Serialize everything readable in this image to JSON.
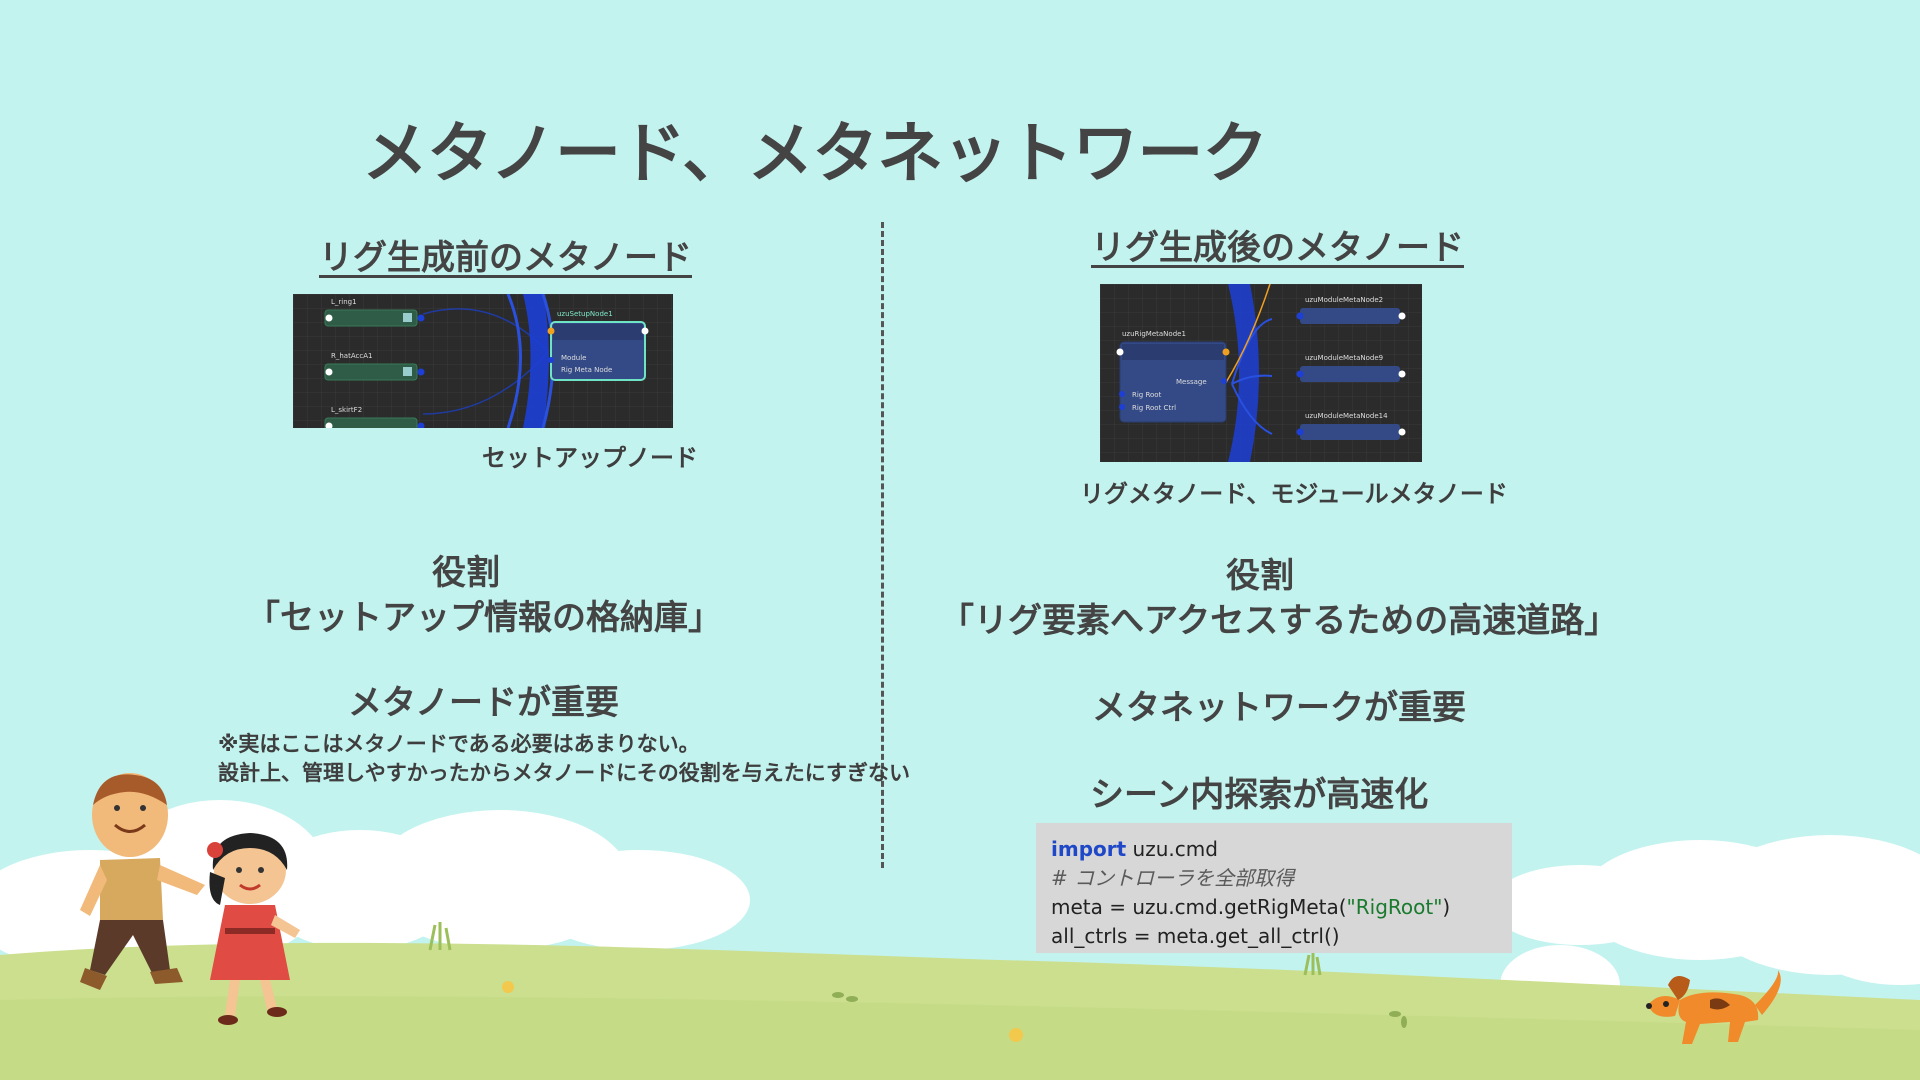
{
  "title": "メタノード、メタネットワーク",
  "left": {
    "heading": "リグ生成前のメタノード",
    "image_caption": "セットアップノード",
    "role_label": "役割",
    "role_text": "「セットアップ情報の格納庫」",
    "importance": "メタノードが重要",
    "note_line1": "※実はここはメタノードである必要はあまりない。",
    "note_line2": "設計上、管理しやすかったからメタノードにその役割を与えたにすぎない",
    "node_graph": {
      "nodes": [
        "L_ring1",
        "R_hatAccA1",
        "L_skirtF2"
      ],
      "setup_node": "uzuSetupNode1",
      "setup_attrs": [
        "Module",
        "Rig Meta Node"
      ]
    }
  },
  "right": {
    "heading": "リグ生成後のメタノード",
    "image_caption": "リグメタノード、モジュールメタノード",
    "role_label": "役割",
    "role_text": "「リグ要素へアクセスするための高速道路」",
    "importance": "メタネットワークが重要",
    "speedup": "シーン内探索が高速化",
    "node_graph": {
      "rig_node": "uzuRigMetaNode1",
      "rig_attrs": [
        "Message",
        "Rig Root",
        "Rig Root Ctrl"
      ],
      "module_nodes": [
        "uzuModuleMetaNode2",
        "uzuModuleMetaNode9",
        "uzuModuleMetaNode14"
      ]
    },
    "code": {
      "line1_kw": "import",
      "line1_rest": " uzu.cmd",
      "line2": "# コントローラを全部取得",
      "line3_pre": "meta = uzu.cmd.getRigMeta(",
      "line3_str": "\"RigRoot\"",
      "line3_post": ")",
      "line4": "all_ctrls = meta.get_all_ctrl()"
    }
  },
  "colors": {
    "background": "#c3f3ef",
    "grass": "#cbdf8e",
    "cloud": "#ffffff",
    "keyword": "#1f48c8",
    "string": "#1a7a2e"
  }
}
